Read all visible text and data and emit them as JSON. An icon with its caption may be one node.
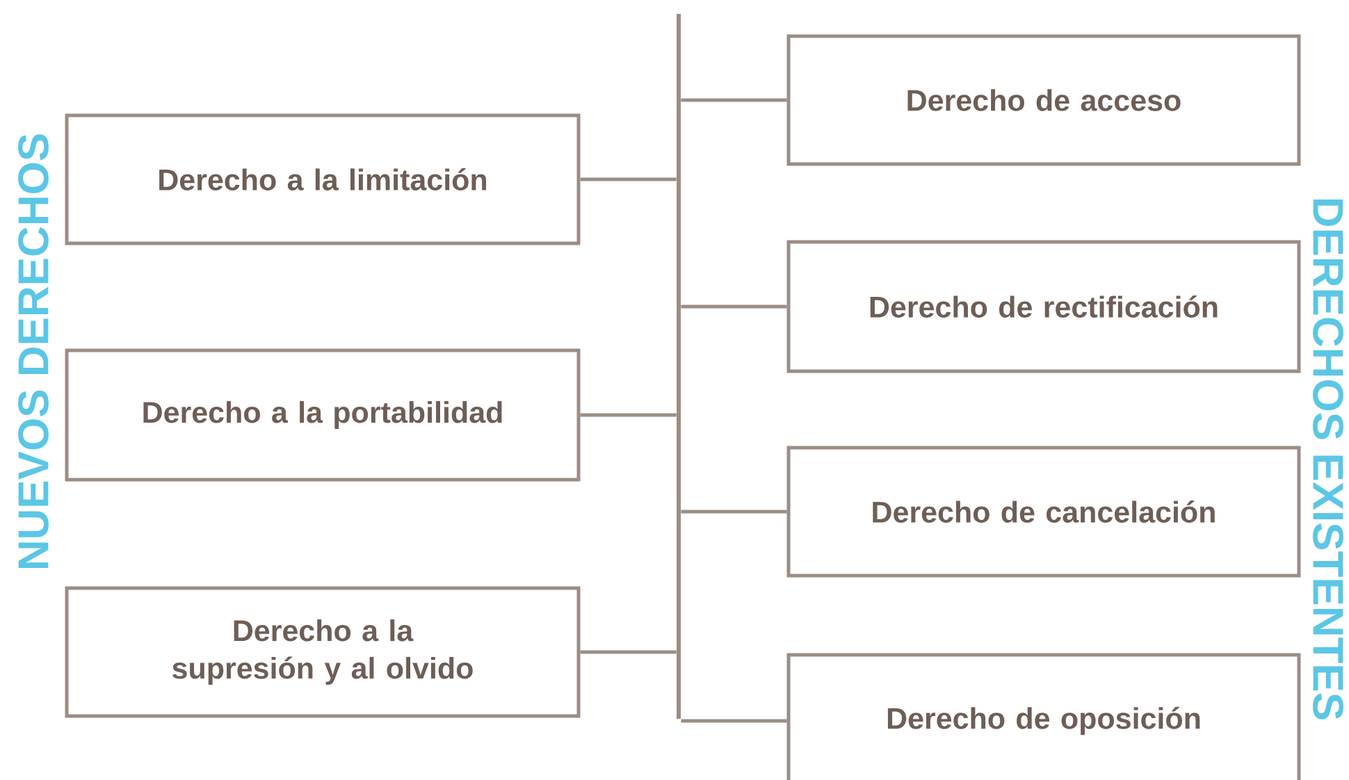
{
  "diagram": {
    "nodes": [
      {
        "text": [
          "Derecho a la limitación"
        ]
      },
      {
        "text": [
          "Derecho a la portabilidad"
        ]
      },
      {
        "text": [
          "Derecho a la supresión y al olvido"
        ]
      },
      {
        "text": [],
        "shape": "bar"
      },
      {
        "text": [
          "Derecho de acceso"
        ]
      },
      {
        "text": [
          "Derecho de rectificación"
        ]
      },
      {
        "text": [
          "Derecho de cancelación"
        ]
      },
      {
        "text": [
          "Derecho de oposición"
        ]
      }
    ],
    "edges": [
      {
        "from": 0,
        "to": 3,
        "arrow": "none"
      },
      {
        "from": 1,
        "to": 3,
        "arrow": "none"
      },
      {
        "from": 2,
        "to": 3,
        "arrow": "none"
      },
      {
        "from": 3,
        "to": 4,
        "arrow": "none"
      },
      {
        "from": 3,
        "to": 5,
        "arrow": "none"
      },
      {
        "from": 3,
        "to": 6,
        "arrow": "none"
      },
      {
        "from": 3,
        "to": 7,
        "arrow": "none"
      }
    ],
    "labels": [
      "NUEVOS DERECHOS",
      "DERECHOS EXISTENTES"
    ]
  }
}
